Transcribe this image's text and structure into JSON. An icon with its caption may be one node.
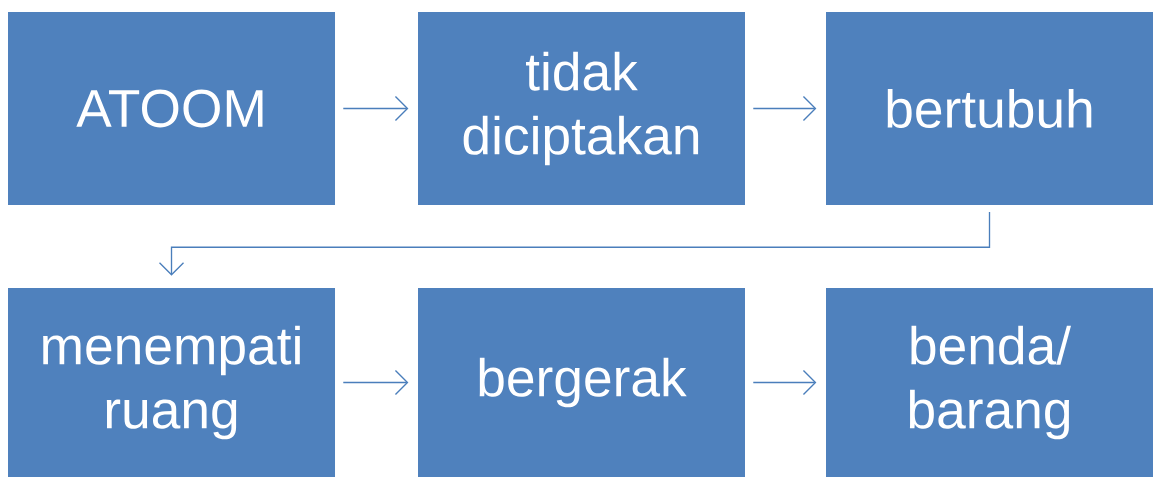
{
  "diagram": {
    "nodes": [
      {
        "text": [
          "ATOOM"
        ]
      },
      {
        "text": [
          "tidak diciptakan"
        ]
      },
      {
        "text": [
          "bertubuh"
        ]
      },
      {
        "text": [
          "menempati ruang"
        ]
      },
      {
        "text": [
          "bergerak"
        ]
      },
      {
        "text": [
          "benda/ barang"
        ]
      }
    ],
    "edges": [
      {
        "from": 0,
        "to": 1,
        "arrow": "to"
      },
      {
        "from": 1,
        "to": 2,
        "arrow": "to"
      },
      {
        "from": 2,
        "to": 3,
        "arrow": "to"
      },
      {
        "from": 3,
        "to": 4,
        "arrow": "to"
      },
      {
        "from": 4,
        "to": 5,
        "arrow": "to"
      }
    ]
  }
}
